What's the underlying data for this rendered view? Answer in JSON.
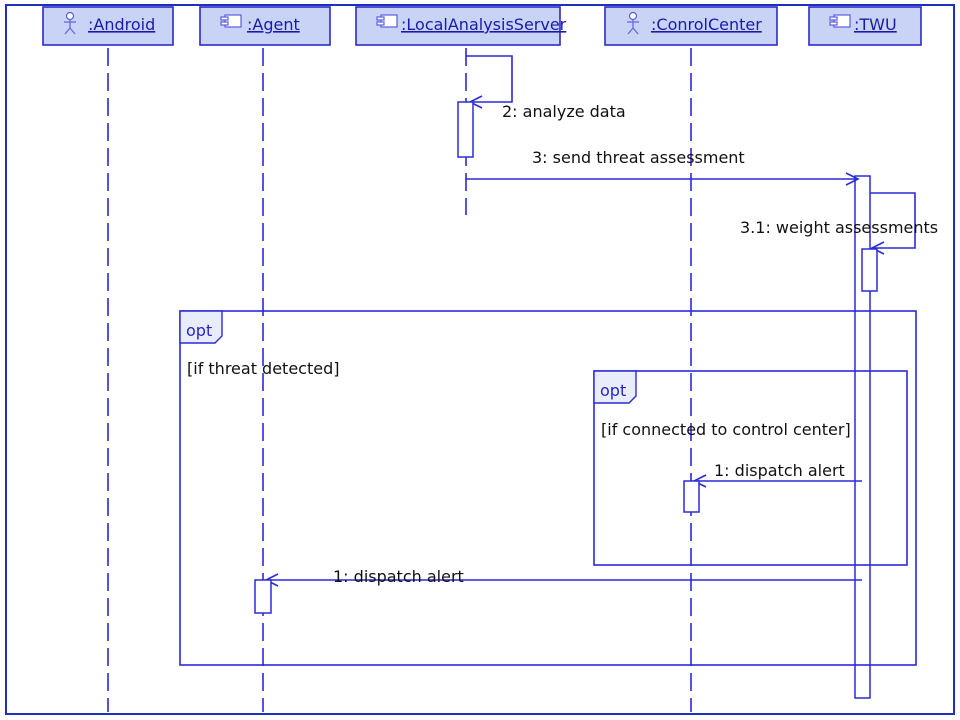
{
  "lifelines": [
    {
      "id": "android",
      "label": ":Android",
      "icon": "actor-icon"
    },
    {
      "id": "agent",
      "label": ":Agent",
      "icon": "component-icon"
    },
    {
      "id": "server",
      "label": ":LocalAnalysisServer",
      "icon": "component-icon"
    },
    {
      "id": "control",
      "label": ":ConrolCenter",
      "icon": "actor-icon"
    },
    {
      "id": "twu",
      "label": ":TWU",
      "icon": "component-icon"
    }
  ],
  "messages": [
    {
      "id": "analyze",
      "label": "2: analyze data",
      "from": "server",
      "to": "server"
    },
    {
      "id": "send",
      "label": "3: send threat assessment",
      "from": "server",
      "to": "twu"
    },
    {
      "id": "weight",
      "label": "3.1: weight assessments",
      "from": "twu",
      "to": "twu"
    },
    {
      "id": "dispatch-control",
      "label": "1: dispatch alert",
      "from": "twu",
      "to": "control"
    },
    {
      "id": "dispatch-agent",
      "label": "1: dispatch alert",
      "from": "twu",
      "to": "agent"
    }
  ],
  "fragments": [
    {
      "id": "outer",
      "operator": "opt",
      "guard": "[if threat detected]"
    },
    {
      "id": "inner",
      "operator": "opt",
      "guard": "[if connected to control center]"
    }
  ],
  "colors": {
    "line": "#2a2ad8",
    "head_fill": "#c9d3f5",
    "frame": "#1f2fbf"
  }
}
